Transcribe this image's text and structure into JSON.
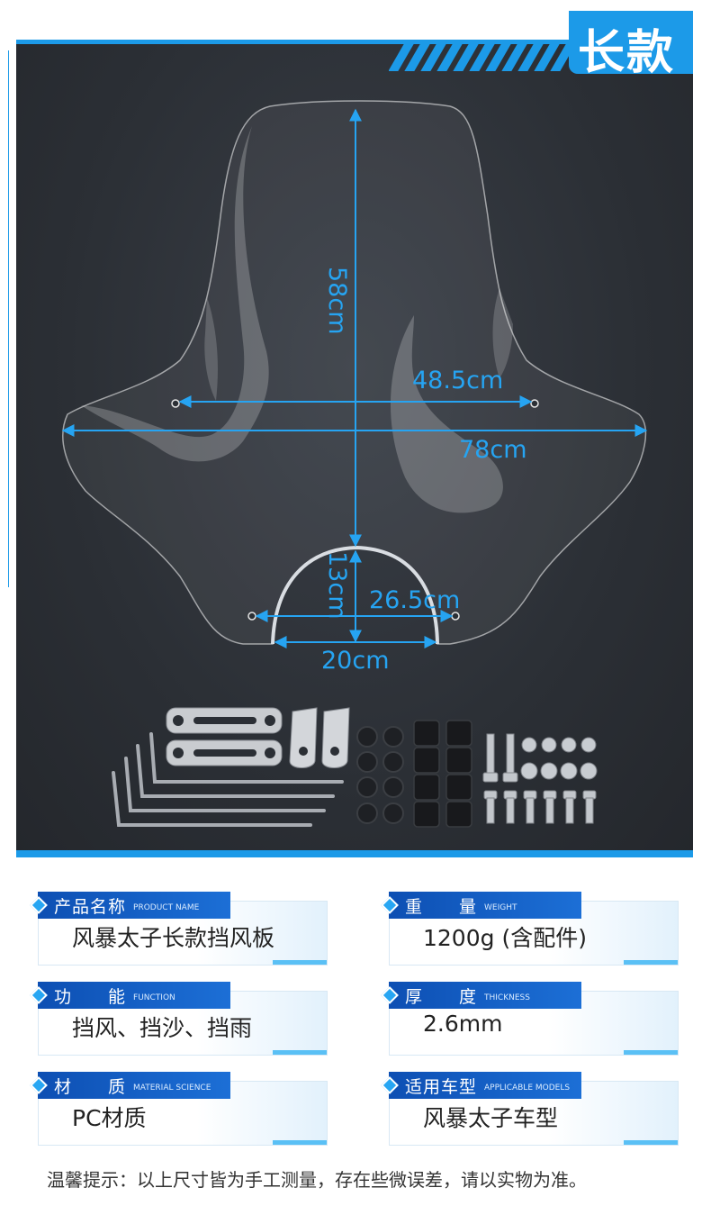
{
  "badge": "长款",
  "dimensions": {
    "height": "58cm",
    "hole_span": "48.5cm",
    "width": "78cm",
    "notch_height": "13cm",
    "lower_hole_span": "26.5cm",
    "notch_width": "20cm"
  },
  "specs": [
    {
      "label": "产品名称",
      "label_en": "PRODUCT NAME",
      "value": "风暴太子长款挡风板"
    },
    {
      "label": "重　　量",
      "label_en": "WEIGHT",
      "value": "1200g (含配件)"
    },
    {
      "label": "功　　能",
      "label_en": "FUNCTION",
      "value": "挡风、挡沙、挡雨"
    },
    {
      "label": "厚　　度",
      "label_en": "THICKNESS",
      "value": "2.6mm"
    },
    {
      "label": "材　　质",
      "label_en": "MATERIAL SCIENCE",
      "value": "PC材质"
    },
    {
      "label": "适用车型",
      "label_en": "APPLICABLE MODELS",
      "value": "风暴太子车型"
    }
  ],
  "note": "温馨提示：以上尺寸皆为手工测量，存在些微误差，请以实物为准。",
  "colors": {
    "accent": "#1c9ae8",
    "dimension": "#26a4f2",
    "panel": "#2b2f35",
    "card_head": "#0d4fb3"
  }
}
